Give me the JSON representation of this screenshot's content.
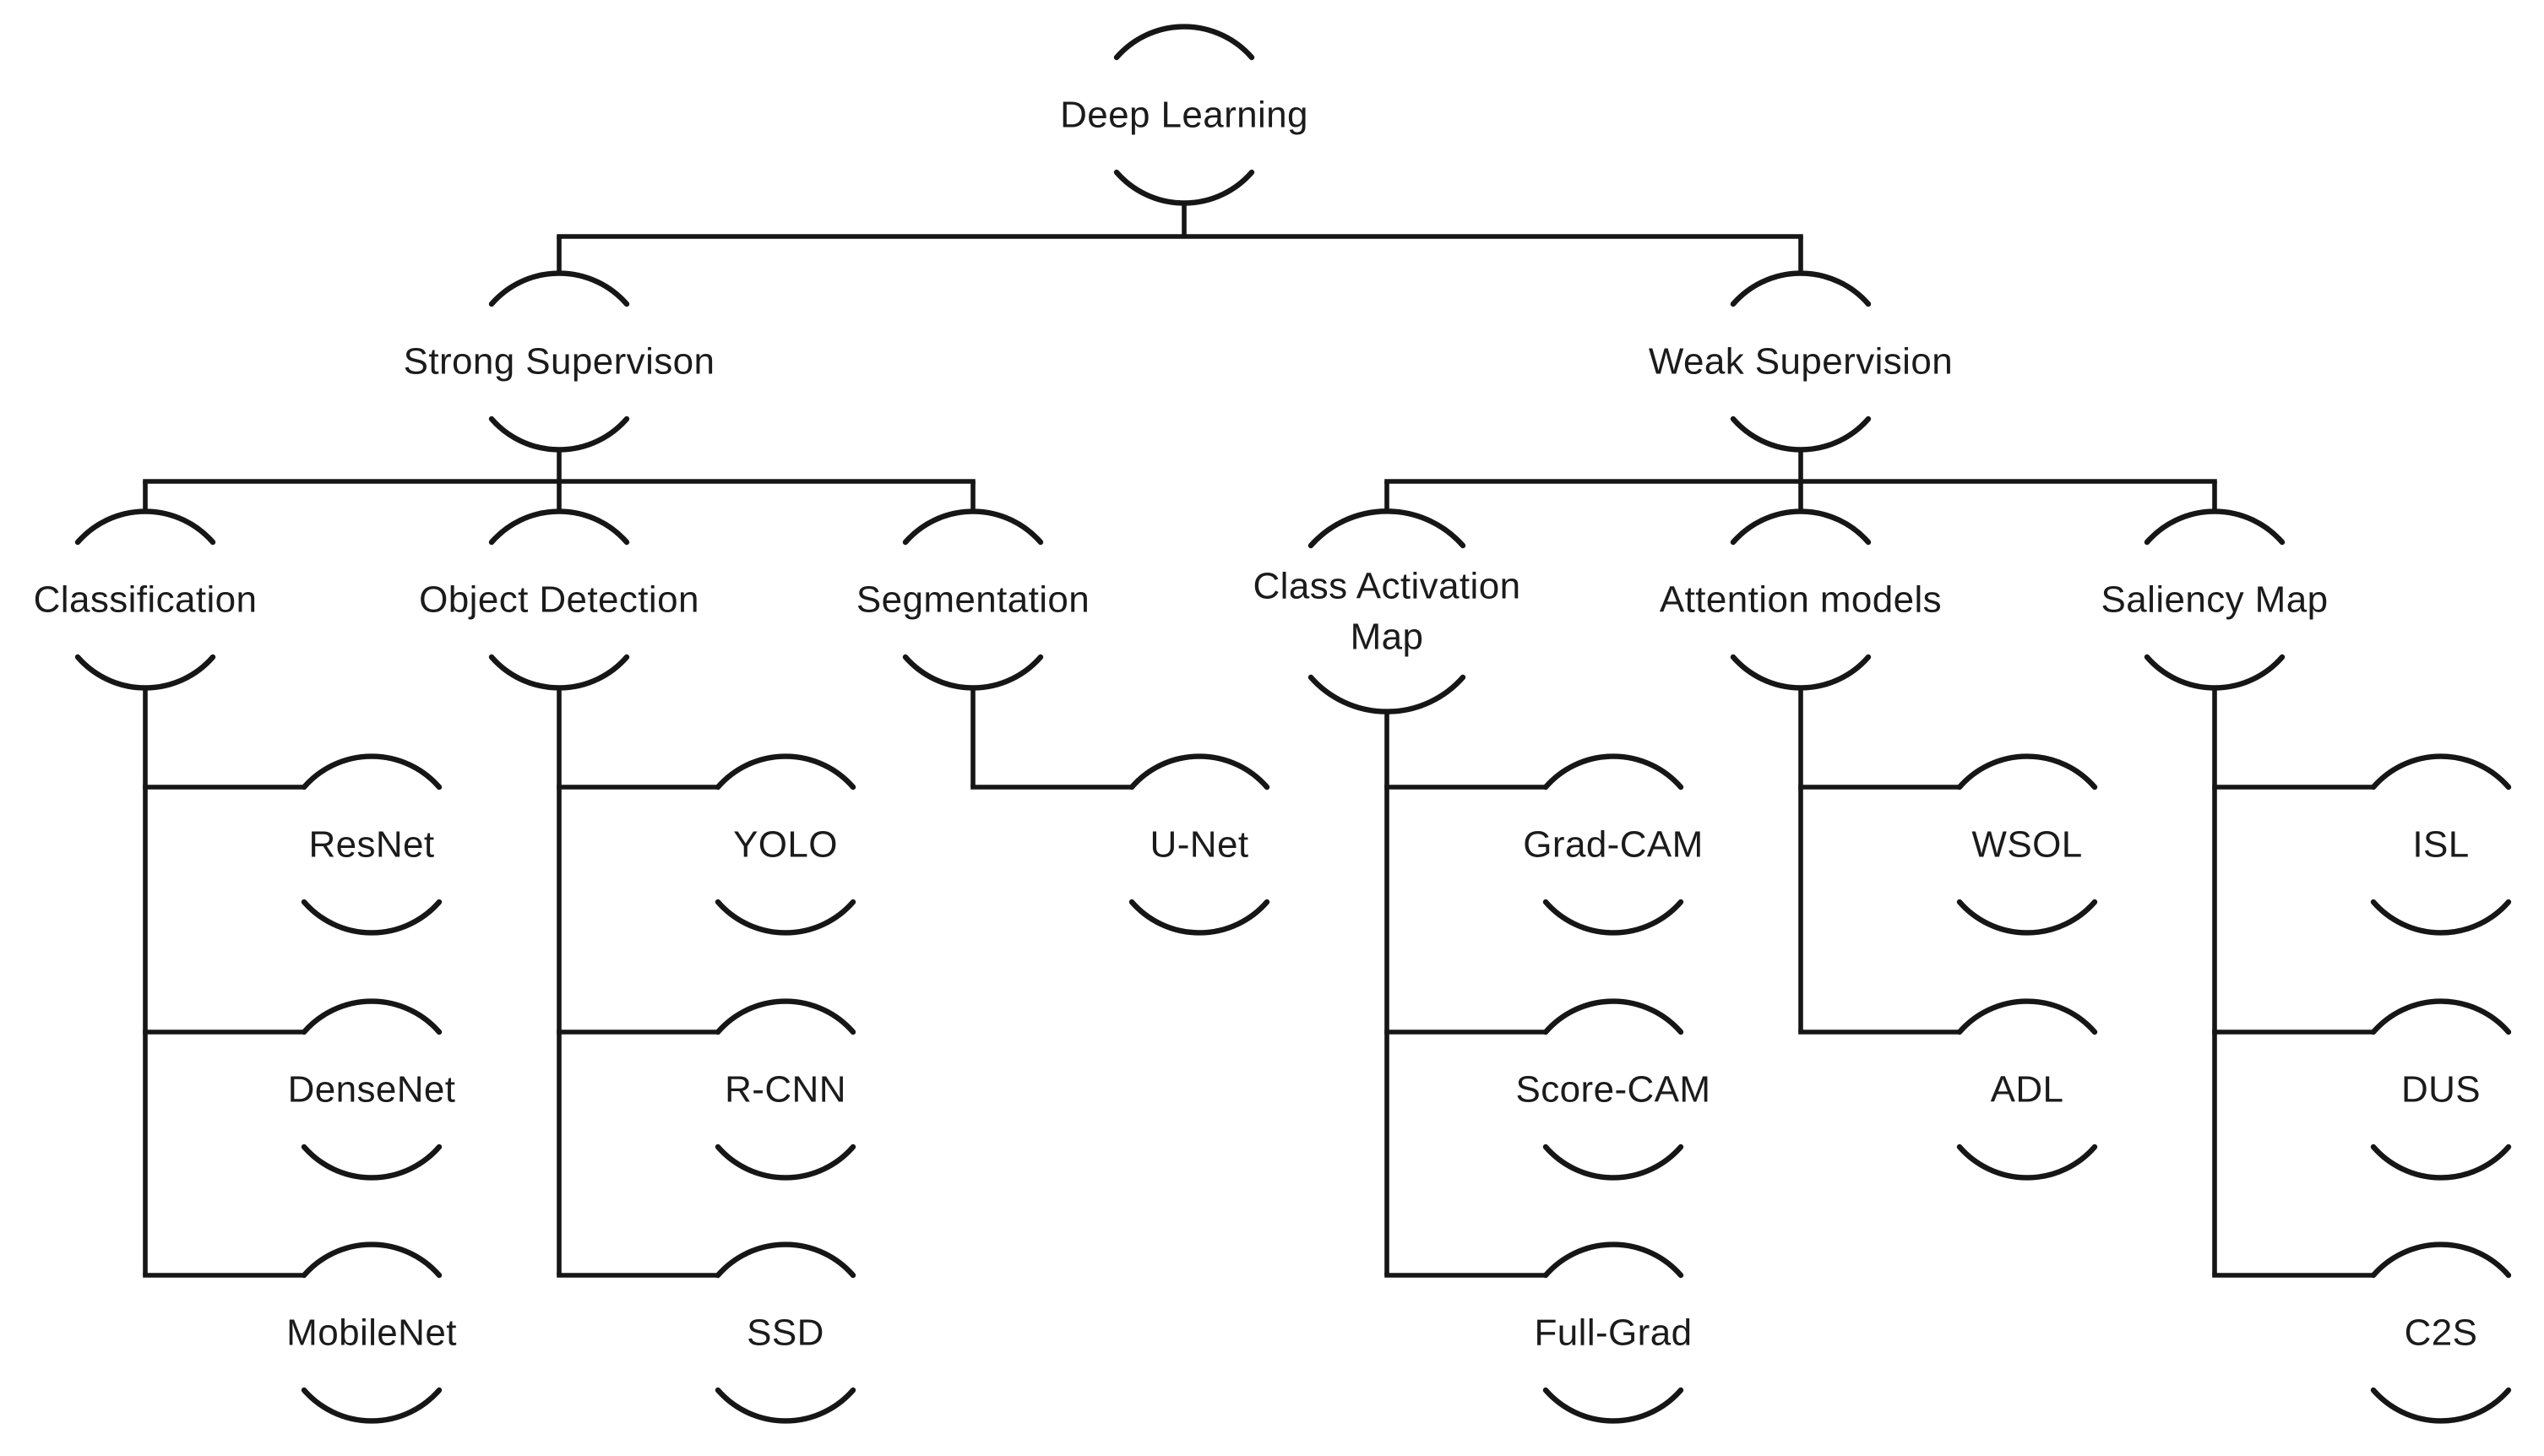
{
  "diagram": {
    "style": {
      "background": "#ffffff",
      "stroke_color": "#161616",
      "text_color": "#1b1b1b"
    },
    "tree": {
      "id": "deep-learning",
      "lines": [
        "Deep Learning"
      ],
      "children": [
        {
          "id": "strong-supervision",
          "lines": [
            "Strong Supervison"
          ],
          "children": [
            {
              "id": "classification",
              "lines": [
                "Classification"
              ],
              "children": [
                {
                  "id": "resnet",
                  "lines": [
                    "ResNet"
                  ]
                },
                {
                  "id": "densenet",
                  "lines": [
                    "DenseNet"
                  ]
                },
                {
                  "id": "mobilenet",
                  "lines": [
                    "MobileNet"
                  ]
                }
              ]
            },
            {
              "id": "object-detection",
              "lines": [
                "Object Detection"
              ],
              "children": [
                {
                  "id": "yolo",
                  "lines": [
                    "YOLO"
                  ]
                },
                {
                  "id": "r-cnn",
                  "lines": [
                    "R-CNN"
                  ]
                },
                {
                  "id": "ssd",
                  "lines": [
                    "SSD"
                  ]
                }
              ]
            },
            {
              "id": "segmentation",
              "lines": [
                "Segmentation"
              ],
              "children": [
                {
                  "id": "u-net",
                  "lines": [
                    "U-Net"
                  ]
                }
              ]
            }
          ]
        },
        {
          "id": "weak-supervision",
          "lines": [
            "Weak Supervision"
          ],
          "children": [
            {
              "id": "class-activation-map",
              "lines": [
                "Class Activation",
                "Map"
              ],
              "children": [
                {
                  "id": "grad-cam",
                  "lines": [
                    "Grad-CAM"
                  ]
                },
                {
                  "id": "score-cam",
                  "lines": [
                    "Score-CAM"
                  ]
                },
                {
                  "id": "full-grad",
                  "lines": [
                    "Full-Grad"
                  ]
                }
              ]
            },
            {
              "id": "attention-models",
              "lines": [
                "Attention models"
              ],
              "children": [
                {
                  "id": "wsol",
                  "lines": [
                    "WSOL"
                  ]
                },
                {
                  "id": "adl",
                  "lines": [
                    "ADL"
                  ]
                }
              ]
            },
            {
              "id": "saliency-map",
              "lines": [
                "Saliency Map"
              ],
              "children": [
                {
                  "id": "isl",
                  "lines": [
                    "ISL"
                  ]
                },
                {
                  "id": "dus",
                  "lines": [
                    "DUS"
                  ]
                },
                {
                  "id": "c2s",
                  "lines": [
                    "C2S"
                  ]
                }
              ]
            }
          ]
        }
      ]
    }
  }
}
